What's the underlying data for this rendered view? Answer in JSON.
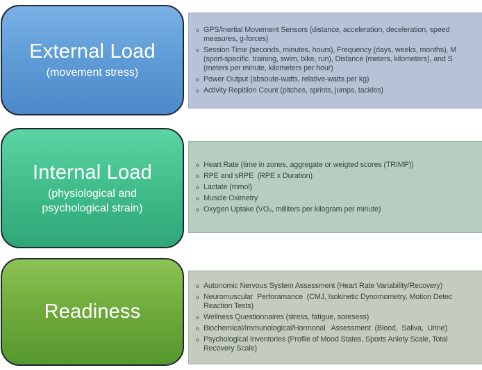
{
  "diagram": {
    "bullet_char": "o",
    "colors": {
      "external_box_top": "#7ab1e5",
      "external_box_bottom": "#4d8aca",
      "internal_box_top": "#5cd4a3",
      "internal_box_bottom": "#2fa678",
      "readiness_box_top": "#8dc254",
      "readiness_box_bottom": "#55992d",
      "external_panel_bg": "#b7c2d6",
      "internal_panel_bg": "#b5cec1",
      "readiness_panel_bg": "#c3ccbe",
      "box_border": "#1e2833",
      "box_text": "#ffffff"
    },
    "boxes": [
      {
        "title": "External Load",
        "subtitle": "(movement stress)"
      },
      {
        "title": "Internal Load",
        "subtitle": "(physiological and psychological strain)"
      },
      {
        "title": "Readiness",
        "subtitle": ""
      }
    ],
    "panels": [
      {
        "bullets": [
          {
            "lines": [
              "GPS/Inertial Movement Sensors (distance, acceleration, deceleration, speed",
              "measures, g-forces)"
            ]
          },
          {
            "lines": [
              "Session Time (seconds, minutes, hours), Frequency (days, weeks, months), M",
              "(sport-specific  training, swim, bike, run), Distance (meters, kilometers), and S",
              "(meters per minute, kilometers per hour)"
            ]
          },
          {
            "lines": [
              "Power Output (absoute-watts, relative-watts per kg)"
            ]
          },
          {
            "lines": [
              "Activity Repitiion Count (pitches, sprints, jumps, tackles)"
            ]
          }
        ]
      },
      {
        "bullets": [
          {
            "lines": [
              "Heart Rate (time in zones, aggregate or weigted scores (TRIMP))"
            ]
          },
          {
            "lines": [
              "RPE and sRPE  (RPE x Duration)"
            ]
          },
          {
            "lines": [
              "Lactate (mmol)"
            ]
          },
          {
            "lines": [
              "Muscle Oximetry"
            ]
          },
          {
            "lines": [
              "Oxygen Uptake (VO₂, milliters per kilogram per minute)"
            ]
          }
        ]
      },
      {
        "bullets": [
          {
            "lines": [
              "Autonomic Nervous System Assessment (Heart Rate Variability/Recovery)"
            ]
          },
          {
            "lines": [
              "Neuromuscular  Perforamance  (CMJ, Isokinetic Dynomometry, Motion Detec",
              "Reaction Tests)"
            ]
          },
          {
            "lines": [
              "Wellness Questionnaires (stress, fatigue, soresess)"
            ]
          },
          {
            "lines": [
              "Biochemical/Immunological/Hormonal   Assessment  (Blood,  Saliva,  Urine)"
            ]
          },
          {
            "lines": [
              "Psychological Inventories (Profile of Mood States, Sports Aniety Scale, Total",
              "Recovery Scale)"
            ]
          }
        ]
      }
    ]
  }
}
